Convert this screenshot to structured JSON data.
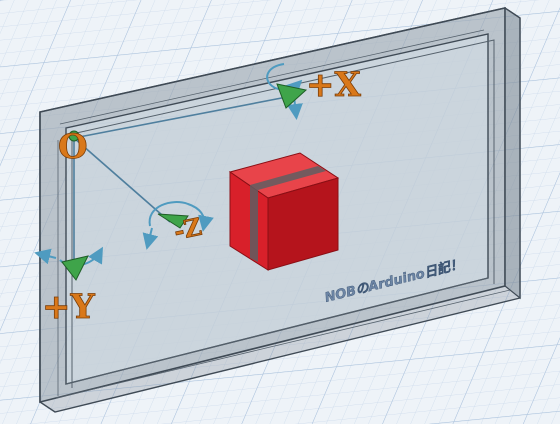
{
  "axes": {
    "origin_label": "O",
    "x_label": "+X",
    "y_label": "+Y",
    "z_label": "-Z"
  },
  "watermark": "NOBのArduino日記！",
  "colors": {
    "grid_background": "#eef3f8",
    "grid_line": "#b9cde4",
    "frame_glass": "#9aa7b3",
    "frame_edge": "#3f4a55",
    "cube_front": "#d8202a",
    "cube_top": "#e8444a",
    "cube_side": "#b5141c",
    "axis_text": "#d9781a",
    "axis_line": "#4f7f9e",
    "rotation_arrow": "#3fa44a",
    "watermark_text": "#6d86a6"
  },
  "icons": [
    "rotate-x-arrow-icon",
    "rotate-y-arrow-icon",
    "rotate-z-arrow-icon",
    "origin-dot-icon"
  ]
}
